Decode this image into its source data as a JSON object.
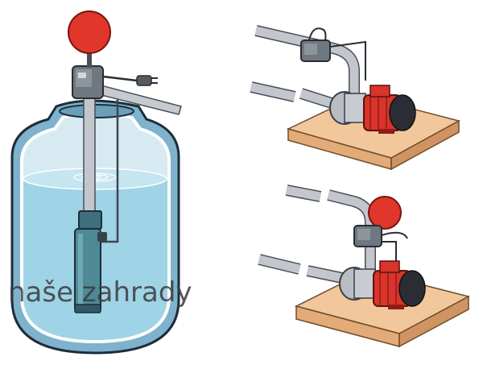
{
  "watermark": {
    "text": "naše zahrady"
  },
  "colors": {
    "tank_fill": "#7fb2cc",
    "water": "#9fd3e6",
    "tank_outline": "#1b2d3b",
    "float_ball": "#e0362c",
    "pump_red": "#d9332b",
    "pump_black": "#2a2d33",
    "pipe_gray": "#b9bdc4",
    "wood": "#f2c79b",
    "wood_dark": "#e2ab78"
  },
  "icons": [
    "water-tank",
    "submersible-pump",
    "float-switch-ball",
    "pressure-controller",
    "power-plug",
    "surface-pump",
    "wooden-base",
    "pipe"
  ]
}
